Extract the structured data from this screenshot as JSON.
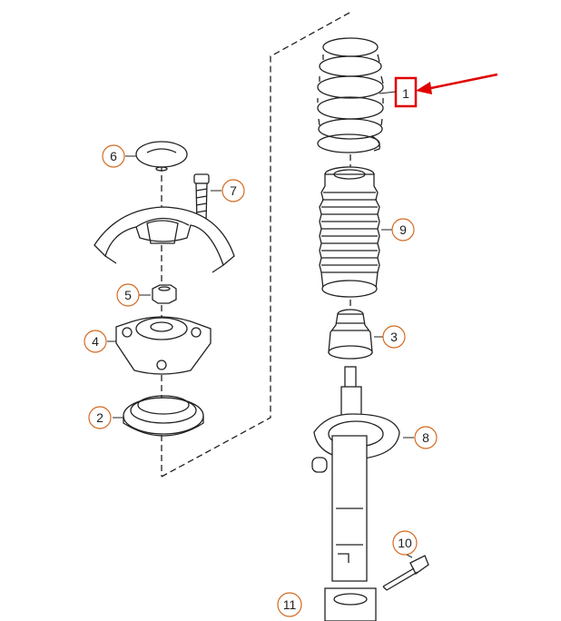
{
  "callouts": {
    "c1": "1",
    "c2": "2",
    "c3": "3",
    "c4": "4",
    "c5": "5",
    "c6": "6",
    "c7": "7",
    "c8": "8",
    "c9": "9",
    "c10": "10",
    "c11": "11"
  },
  "colors": {
    "highlight": "#e00000",
    "callout_ring": "#d4691f",
    "line": "#222222"
  },
  "highlighted_part": "1"
}
